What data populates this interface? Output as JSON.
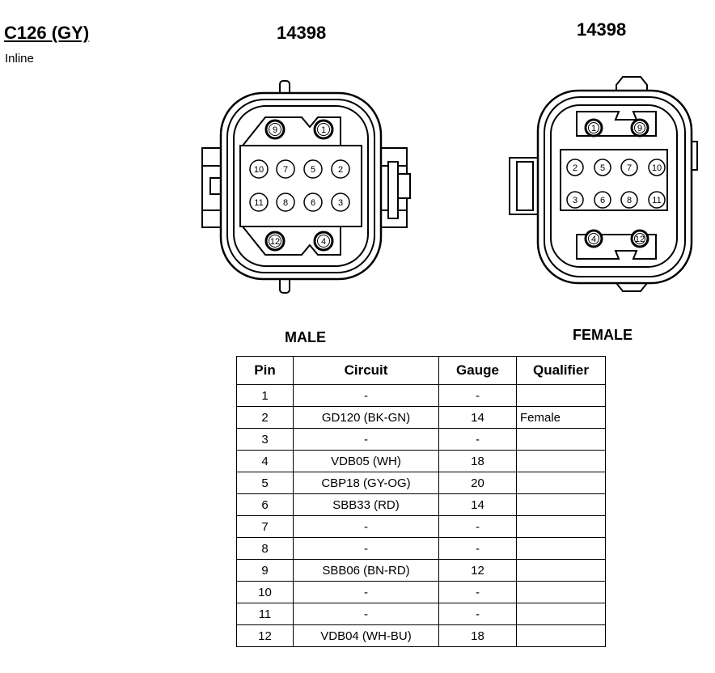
{
  "connector": {
    "id": "C126 (GY)",
    "location": "Inline"
  },
  "male": {
    "part_number": "14398",
    "label": "MALE",
    "pins_top": [
      "9",
      "1"
    ],
    "pins_row1": [
      "10",
      "7",
      "5",
      "2"
    ],
    "pins_row2": [
      "11",
      "8",
      "6",
      "3"
    ],
    "pins_bottom": [
      "12",
      "4"
    ]
  },
  "female": {
    "part_number": "14398",
    "label": "FEMALE",
    "pins_top": [
      "1",
      "9"
    ],
    "pins_row1": [
      "2",
      "5",
      "7",
      "10"
    ],
    "pins_row2": [
      "3",
      "6",
      "8",
      "11"
    ],
    "pins_bottom": [
      "4",
      "12"
    ]
  },
  "table": {
    "headers": [
      "Pin",
      "Circuit",
      "Gauge",
      "Qualifier"
    ],
    "rows": [
      {
        "pin": "1",
        "circuit": "-",
        "gauge": "-",
        "qualifier": ""
      },
      {
        "pin": "2",
        "circuit": "GD120 (BK-GN)",
        "gauge": "14",
        "qualifier": "Female"
      },
      {
        "pin": "3",
        "circuit": "-",
        "gauge": "-",
        "qualifier": ""
      },
      {
        "pin": "4",
        "circuit": "VDB05 (WH)",
        "gauge": "18",
        "qualifier": ""
      },
      {
        "pin": "5",
        "circuit": "CBP18 (GY-OG)",
        "gauge": "20",
        "qualifier": ""
      },
      {
        "pin": "6",
        "circuit": "SBB33 (RD)",
        "gauge": "14",
        "qualifier": ""
      },
      {
        "pin": "7",
        "circuit": "-",
        "gauge": "-",
        "qualifier": ""
      },
      {
        "pin": "8",
        "circuit": "-",
        "gauge": "-",
        "qualifier": ""
      },
      {
        "pin": "9",
        "circuit": "SBB06 (BN-RD)",
        "gauge": "12",
        "qualifier": ""
      },
      {
        "pin": "10",
        "circuit": "-",
        "gauge": "-",
        "qualifier": ""
      },
      {
        "pin": "11",
        "circuit": "-",
        "gauge": "-",
        "qualifier": ""
      },
      {
        "pin": "12",
        "circuit": "VDB04 (WH-BU)",
        "gauge": "18",
        "qualifier": ""
      }
    ]
  }
}
